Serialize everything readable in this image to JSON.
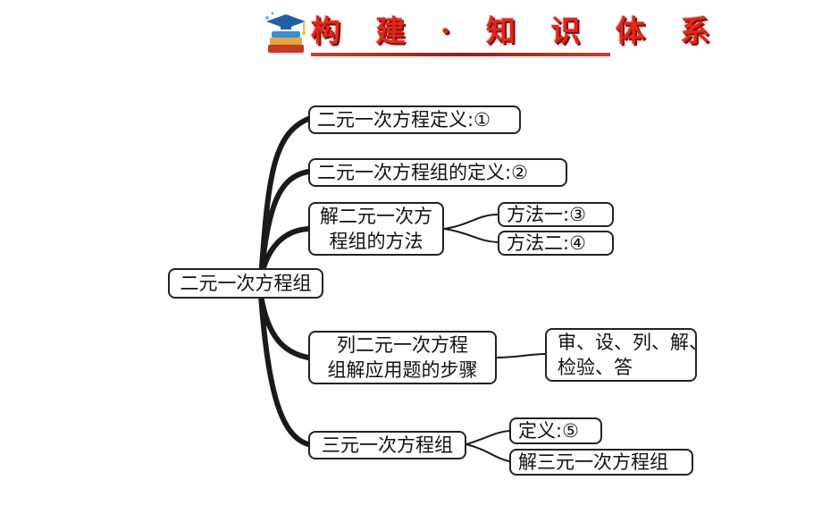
{
  "header": {
    "title": "构 建 · 知 识 体 系"
  },
  "root": {
    "label": "二元一次方程组"
  },
  "branches": {
    "definition": "二元一次方程定义:①",
    "system_definition": "二元一次方程组的定义:②",
    "methods": {
      "line1": "解二元一次方",
      "line2": "程组的方法",
      "method1": "方法一:③",
      "method2": "方法二:④"
    },
    "application": {
      "line1": "列二元一次方程",
      "line2": "组解应用题的步骤",
      "steps_line1": "审、设、列、解、",
      "steps_line2": "检验、答"
    },
    "ternary": {
      "label": "三元一次方程组",
      "definition": "定义:⑤",
      "solve": "解三元一次方程组"
    }
  },
  "colors": {
    "title": "#e0281b",
    "branch": "#1a1a1a"
  }
}
